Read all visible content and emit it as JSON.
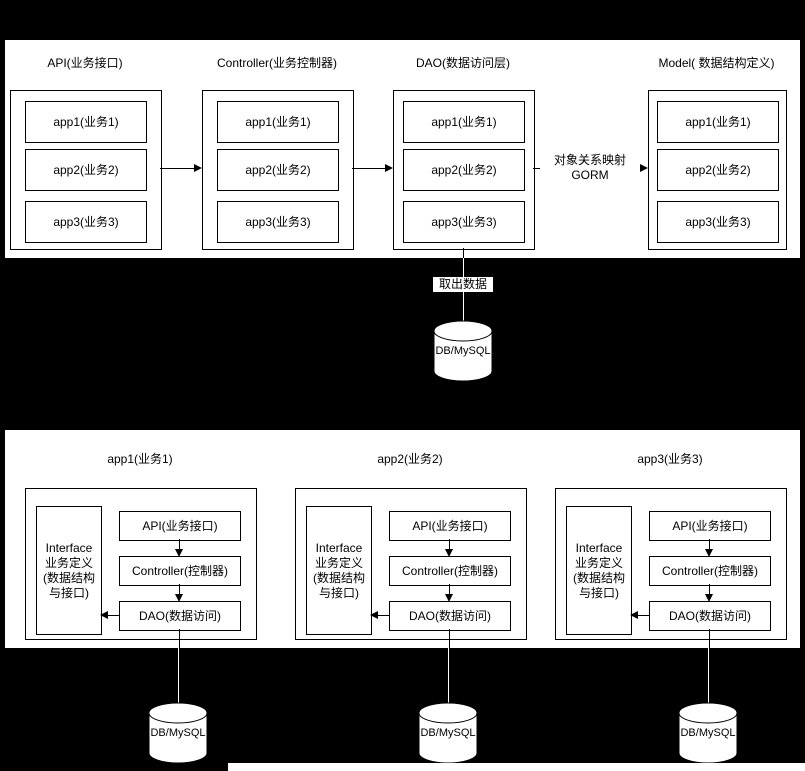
{
  "top_panel": {
    "columns": [
      {
        "title": "API(业务接口)",
        "items": [
          "app1(业务1)",
          "app2(业务2)",
          "app3(业务3)"
        ]
      },
      {
        "title": "Controller(业务控制器)",
        "items": [
          "app1(业务1)",
          "app2(业务2)",
          "app3(业务3)"
        ]
      },
      {
        "title": "DAO(数据访问层)",
        "items": [
          "app1(业务1)",
          "app2(业务2)",
          "app3(业务3)"
        ]
      },
      {
        "title": "Model( 数据结构定义)",
        "items": [
          "app1(业务1)",
          "app2(业务2)",
          "app3(业务3)"
        ]
      }
    ],
    "gorm_label": "对象关系映射\nGORM"
  },
  "middle": {
    "fetch_label": "取出数据",
    "db_label": "DB/MySQL"
  },
  "bottom_panel": {
    "groups": [
      {
        "title": "app1(业务1)",
        "interface_label": "Interface\n业务定义\n(数据结构\n与接口)",
        "boxes": [
          "API(业务接口)",
          "Controller(控制器)",
          "DAO(数据访问)"
        ],
        "db_label": "DB/MySQL"
      },
      {
        "title": "app2(业务2)",
        "interface_label": "Interface\n业务定义\n(数据结构\n与接口)",
        "boxes": [
          "API(业务接口)",
          "Controller(控制器)",
          "DAO(数据访问)"
        ],
        "db_label": "DB/MySQL"
      },
      {
        "title": "app3(业务3)",
        "interface_label": "Interface\n业务定义\n(数据结构\n与接口)",
        "boxes": [
          "API(业务接口)",
          "Controller(控制器)",
          "DAO(数据访问)"
        ],
        "db_label": "DB/MySQL"
      }
    ]
  },
  "colors": {
    "background": "#000000",
    "panel": "#ffffff",
    "stroke": "#000000",
    "connector_on_dark": "#ffffff"
  }
}
